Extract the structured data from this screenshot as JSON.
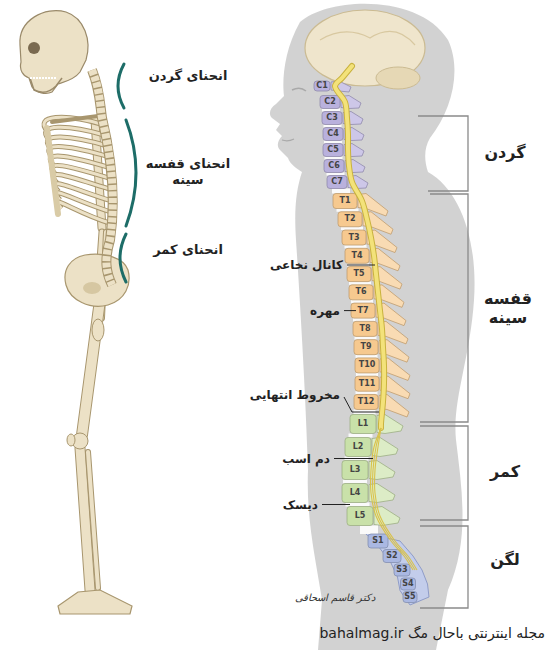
{
  "diagram": {
    "labels": [
      "انحنای گردن",
      "انحنای قفسه سینه",
      "انحنای کمر",
      "گردن",
      "قفسه سینه",
      "کمر",
      "لگن",
      "کانال نخاعی",
      "مهره",
      "مخروط انتهایی",
      "دم اسب",
      "دیسک",
      "C1",
      "C2",
      "C3",
      "C4",
      "C5",
      "C6",
      "C7",
      "T1",
      "T2",
      "T3",
      "T4",
      "T5",
      "T6",
      "T7",
      "T8",
      "T9",
      "T10",
      "T11",
      "T12",
      "L1",
      "L2",
      "L3",
      "L4",
      "L5",
      "S1",
      "S2",
      "S3",
      "S4",
      "S5",
      "دکتر قاسم اسحاقی",
      "مجله اینترنتی باحال مگ bahalmag.ir"
    ]
  }
}
